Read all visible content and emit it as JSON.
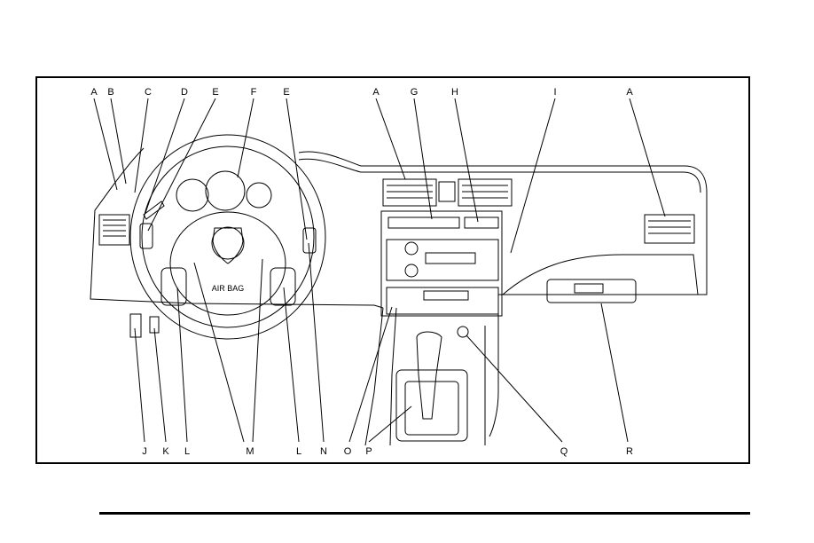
{
  "diagram": {
    "steering_wheel_text": "AIR BAG",
    "top_labels": [
      "A",
      "B",
      "C",
      "D",
      "E",
      "F",
      "E",
      "A",
      "G",
      "H",
      "I",
      "A"
    ],
    "bottom_labels": [
      "J",
      "K",
      "L",
      "M",
      "L",
      "N",
      "O",
      "P",
      "Q",
      "R"
    ]
  }
}
